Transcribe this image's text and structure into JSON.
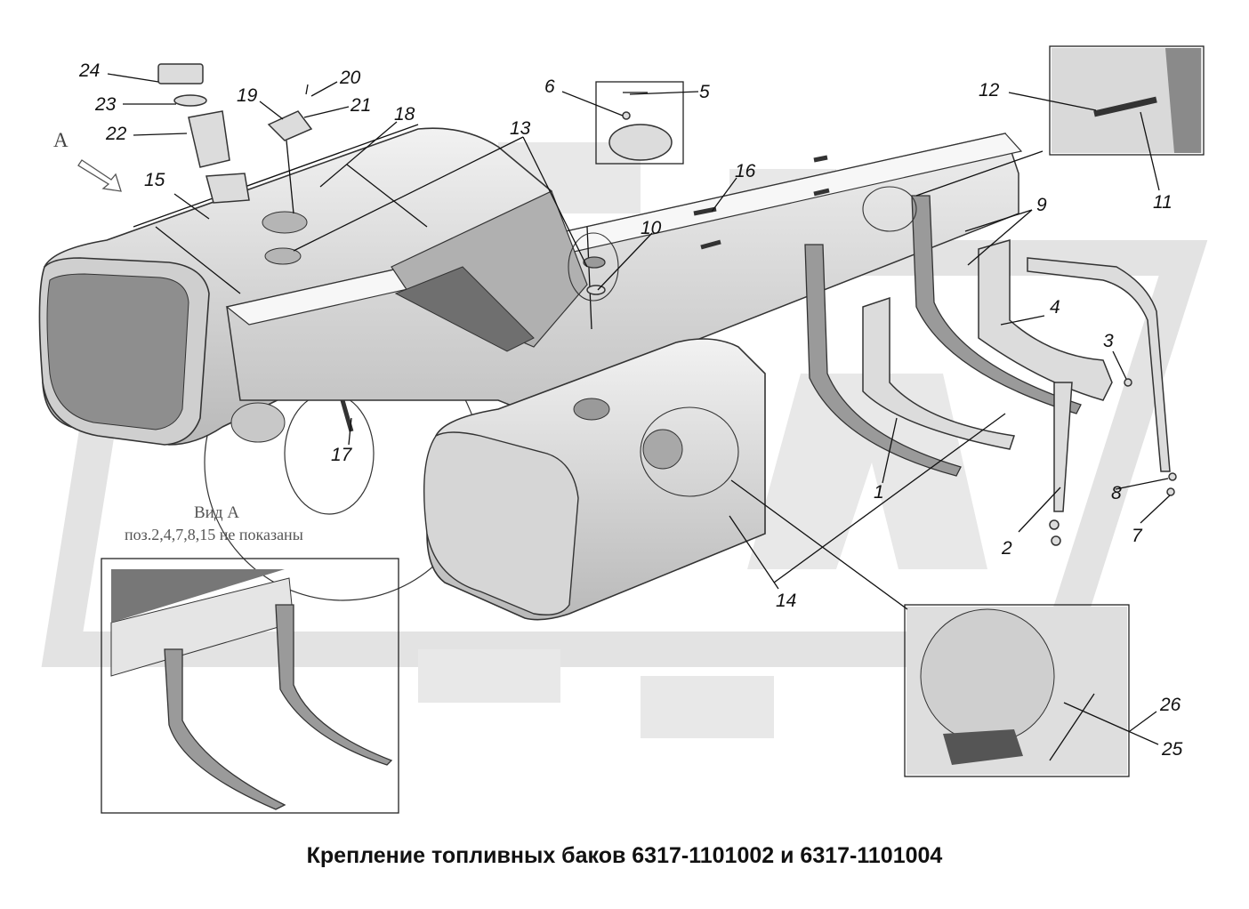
{
  "title": "Крепление топливных баков 6317-1101002 и 6317-1101004",
  "view_label": {
    "letter": "А",
    "caption": "Вид А",
    "note": "поз.2,4,7,8,15 не показаны"
  },
  "callouts": [
    "1",
    "2",
    "3",
    "4",
    "5",
    "6",
    "7",
    "8",
    "9",
    "10",
    "11",
    "12",
    "13",
    "14",
    "15",
    "16",
    "17",
    "18",
    "19",
    "20",
    "21",
    "22",
    "23",
    "24",
    "25",
    "26"
  ],
  "colors": {
    "line": "#111111",
    "part_fill": "#dcdcdc",
    "watermark": "#e6e6e6"
  }
}
